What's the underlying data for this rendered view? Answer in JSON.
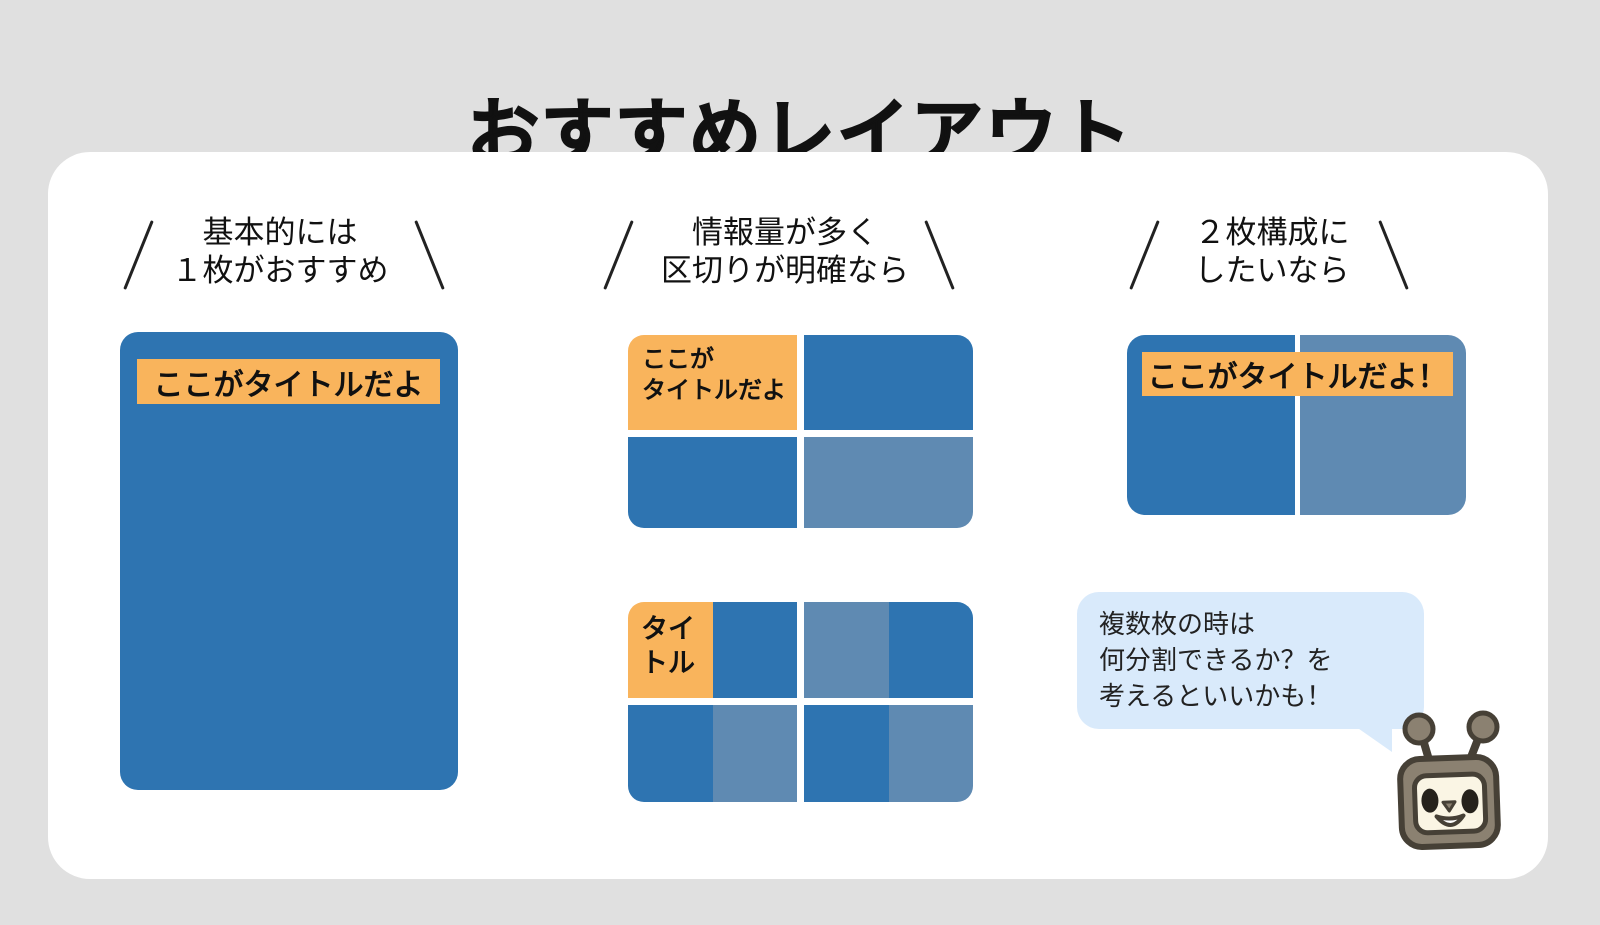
{
  "title": "おすすめレイアウト",
  "colors": {
    "bg": "#e0e0e0",
    "panel": "#ffffff",
    "blueDark": "#2e74b1",
    "blueLight": "#5f8ab2",
    "orange": "#f9b45c",
    "bubble": "#d9eafb",
    "ink": "#111111"
  },
  "left_column": {
    "header": [
      "基本的には",
      "１枚がおすすめ"
    ],
    "card_title": "ここがタイトルだよ"
  },
  "middle_column": {
    "header": [
      "情報量が多く",
      "区切りが明確なら"
    ],
    "grid_a_title": [
      "ここが",
      "タイトルだよ"
    ],
    "grid_b_title": [
      "タイ",
      "トル"
    ]
  },
  "right_column": {
    "header": [
      "２枚構成に",
      "したいなら"
    ],
    "card_title": "ここがタイトルだよ！",
    "bubble": [
      "複数枚の時は",
      "何分割できるか？を",
      "考えるといいかも！"
    ]
  },
  "icons": {
    "mascot": "robot-tv-mascot"
  }
}
